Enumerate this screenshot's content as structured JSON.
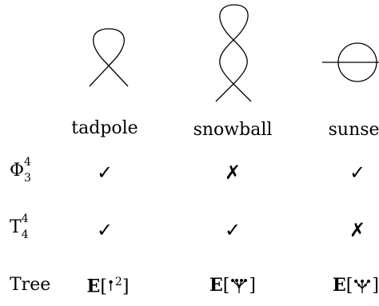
{
  "columns": [
    "tadpole",
    "snowball",
    "sunset"
  ],
  "rows": [
    {
      "symbol_main": "Φ",
      "symbol_sup": "4",
      "symbol_sub": "3",
      "marks": [
        "✓",
        "✗",
        "✓"
      ]
    },
    {
      "symbol_main": "T",
      "symbol_sup": "4",
      "symbol_sub": "4",
      "marks": [
        "✓",
        "✓",
        "✗"
      ]
    }
  ],
  "tree_row": {
    "label": "Tree",
    "entries": [
      {
        "prefix": "E",
        "open": "[",
        "sup": "2",
        "close": "]"
      },
      {
        "prefix": "E",
        "open": "[",
        "close": "]"
      },
      {
        "prefix": "E",
        "open": "[",
        "close": "]"
      }
    ]
  }
}
